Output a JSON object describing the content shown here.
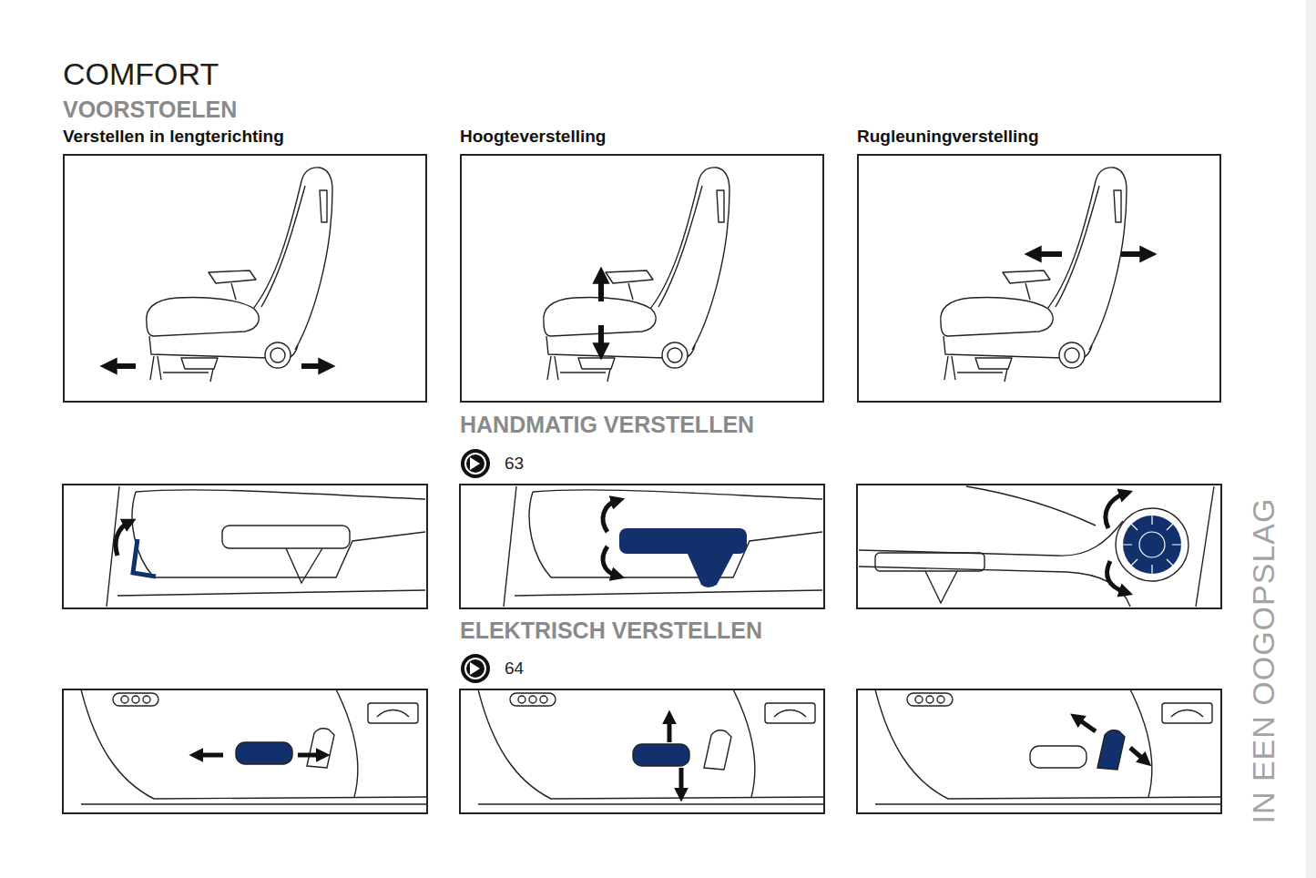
{
  "diagram": {
    "title": "COMFORT",
    "nodes": [
      {
        "text": [
          "Verstellen in lengterichting"
        ]
      },
      {
        "text": [
          "Hoogteverstelling"
        ]
      },
      {
        "text": [
          "Rugleuningverstelling"
        ]
      }
    ],
    "labels": [
      "VOORSTOELEN",
      "HANDMATIG VERSTELLEN",
      "63",
      "ELEKTRISCH VERSTELLEN",
      "64",
      "IN EEN OOGOPSLAG"
    ]
  }
}
